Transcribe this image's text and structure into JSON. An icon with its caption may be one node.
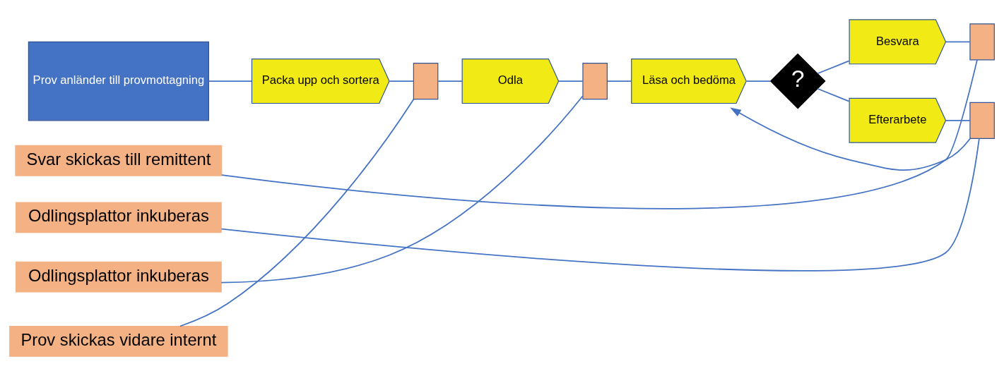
{
  "diagram": {
    "nodes": [
      {
        "text": [
          "Prov anländer till provmottagning"
        ]
      },
      {
        "text": [
          "Packa upp och sortera"
        ]
      },
      {
        "text": [],
        "shape": "box"
      },
      {
        "text": [
          "Odla"
        ]
      },
      {
        "text": [],
        "shape": "box"
      },
      {
        "text": [
          "Läsa och bedöma"
        ]
      },
      {
        "text": [
          "?"
        ]
      },
      {
        "text": [
          "Besvara"
        ]
      },
      {
        "text": [],
        "shape": "box"
      },
      {
        "text": [
          "Efterarbete"
        ]
      },
      {
        "text": [],
        "shape": "box"
      },
      {
        "text": [
          "Prov skickas vidare internt"
        ]
      },
      {
        "text": [
          "Odlingsplattor inkuberas"
        ]
      },
      {
        "text": [
          "Svar skickas till remittent"
        ]
      },
      {
        "text": [
          "Odlingsplattor inkuberas"
        ]
      }
    ],
    "edges": [
      {
        "from": 0,
        "to": 1,
        "arrow": "none"
      },
      {
        "from": 1,
        "to": 2,
        "arrow": "none"
      },
      {
        "from": 2,
        "to": 3,
        "arrow": "none"
      },
      {
        "from": 3,
        "to": 4,
        "arrow": "none"
      },
      {
        "from": 4,
        "to": 5,
        "arrow": "none"
      },
      {
        "from": 5,
        "to": 6,
        "arrow": "none"
      },
      {
        "from": 6,
        "to": 7,
        "arrow": "none"
      },
      {
        "from": 6,
        "to": 9,
        "arrow": "none"
      },
      {
        "from": 7,
        "to": 8,
        "arrow": "none"
      },
      {
        "from": 9,
        "to": 10,
        "arrow": "none"
      },
      {
        "from": 10,
        "to": 5,
        "arrow": "to"
      },
      {
        "from": 11,
        "to": 2,
        "arrow": "none"
      },
      {
        "from": 12,
        "to": 4,
        "arrow": "none"
      },
      {
        "from": 13,
        "to": 8,
        "arrow": "none"
      },
      {
        "from": 14,
        "to": 10,
        "arrow": "none"
      }
    ]
  }
}
